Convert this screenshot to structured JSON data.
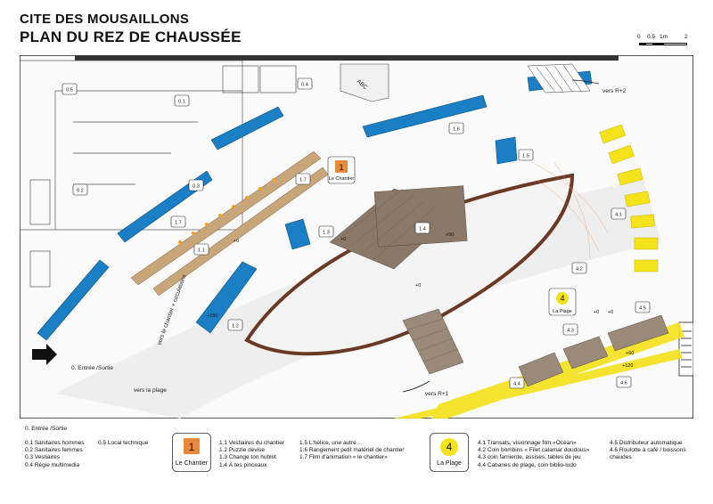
{
  "header": {
    "title_line1": "CITE DES MOUSAILLONS",
    "title_line2": "PLAN DU REZ DE CHAUSSÉE"
  },
  "scale_bar": {
    "labels": [
      "0",
      "0.5",
      "1m",
      "2"
    ]
  },
  "map": {
    "zones": [
      {
        "id": "0.5",
        "label": "0.5"
      },
      {
        "id": "0.4",
        "label": "0.4"
      },
      {
        "id": "0.1",
        "label": "0.1"
      },
      {
        "id": "0.2",
        "label": "0.2"
      },
      {
        "id": "0.3",
        "label": "0.3"
      },
      {
        "id": "1.1",
        "label": "1.1"
      },
      {
        "id": "1.2",
        "label": "1.2"
      },
      {
        "id": "1.3",
        "label": "1.3"
      },
      {
        "id": "1.4",
        "label": "1.4"
      },
      {
        "id": "1.5",
        "label": "1.5"
      },
      {
        "id": "1.6",
        "label": "1.6"
      },
      {
        "id": "1.7a",
        "label": "1.7"
      },
      {
        "id": "1.7b",
        "label": "1.7"
      },
      {
        "id": "4.1",
        "label": "4.1"
      },
      {
        "id": "4.2",
        "label": "4.2"
      },
      {
        "id": "4.3",
        "label": "4.3"
      },
      {
        "id": "4.4",
        "label": "4.4"
      },
      {
        "id": "4.5",
        "label": "4.5"
      },
      {
        "id": "4.6",
        "label": "4.6"
      }
    ],
    "texts": {
      "entree": "0. Entrée /Sortie",
      "vers_chantier": "vers le chantier + circulations",
      "vers_plage": "vers la plage",
      "vers_r1": "vers R+1",
      "vers_r2": "vers R+2",
      "abc": "ABC",
      "chantier_badge": "Le Chantier",
      "plage_badge": "La Plage",
      "badge_num_1": "1",
      "badge_num_4": "4"
    },
    "level_marks": [
      "+0",
      "+0",
      "+50",
      "+0",
      "+150",
      "+60",
      "+120",
      "+0",
      "+0"
    ],
    "colors": {
      "blue": "#1a7fc4",
      "yellow": "#f4e21a",
      "orange": "#e8883a",
      "wood": "#8a7868",
      "hull": "#6a3a24"
    }
  },
  "legend": {
    "entree": "0. Entrée /Sortie",
    "col0": [
      "0.1 Sanitaires hommes",
      "0.2 Sanitaires femmes",
      "0.3 Vestiaires",
      "0.4 Régie multimedia"
    ],
    "col0b": [
      "0.5 Local technique"
    ],
    "chantier_badge": {
      "number": "1",
      "label": "Le Chantier"
    },
    "col1": [
      "1.1 Vestiaires du chantier",
      "1.2 Puzzle devise",
      "1.3 Change ton hublot",
      "1.4 À tes pinceaux"
    ],
    "col1b": [
      "1.5 L'hélice, une autre…",
      "1.6 Rangement petit matériel de chantier",
      "1.7 Film d'animation « le chantier»"
    ],
    "plage_badge": {
      "number": "4",
      "label": "La Plage"
    },
    "col4": [
      "4.1 Transats, visionnage film «Océan»",
      "4.2 Coin bombins « Filet calamar doudous»",
      "4.3 coin farniente, assises, tables de jeu",
      "4.4 Cabanes de plage, coin biblio-ludo"
    ],
    "col4b": [
      "4.5 Distributeur automatique",
      "4.6 Roulotte à café / boissons chaudes"
    ]
  }
}
